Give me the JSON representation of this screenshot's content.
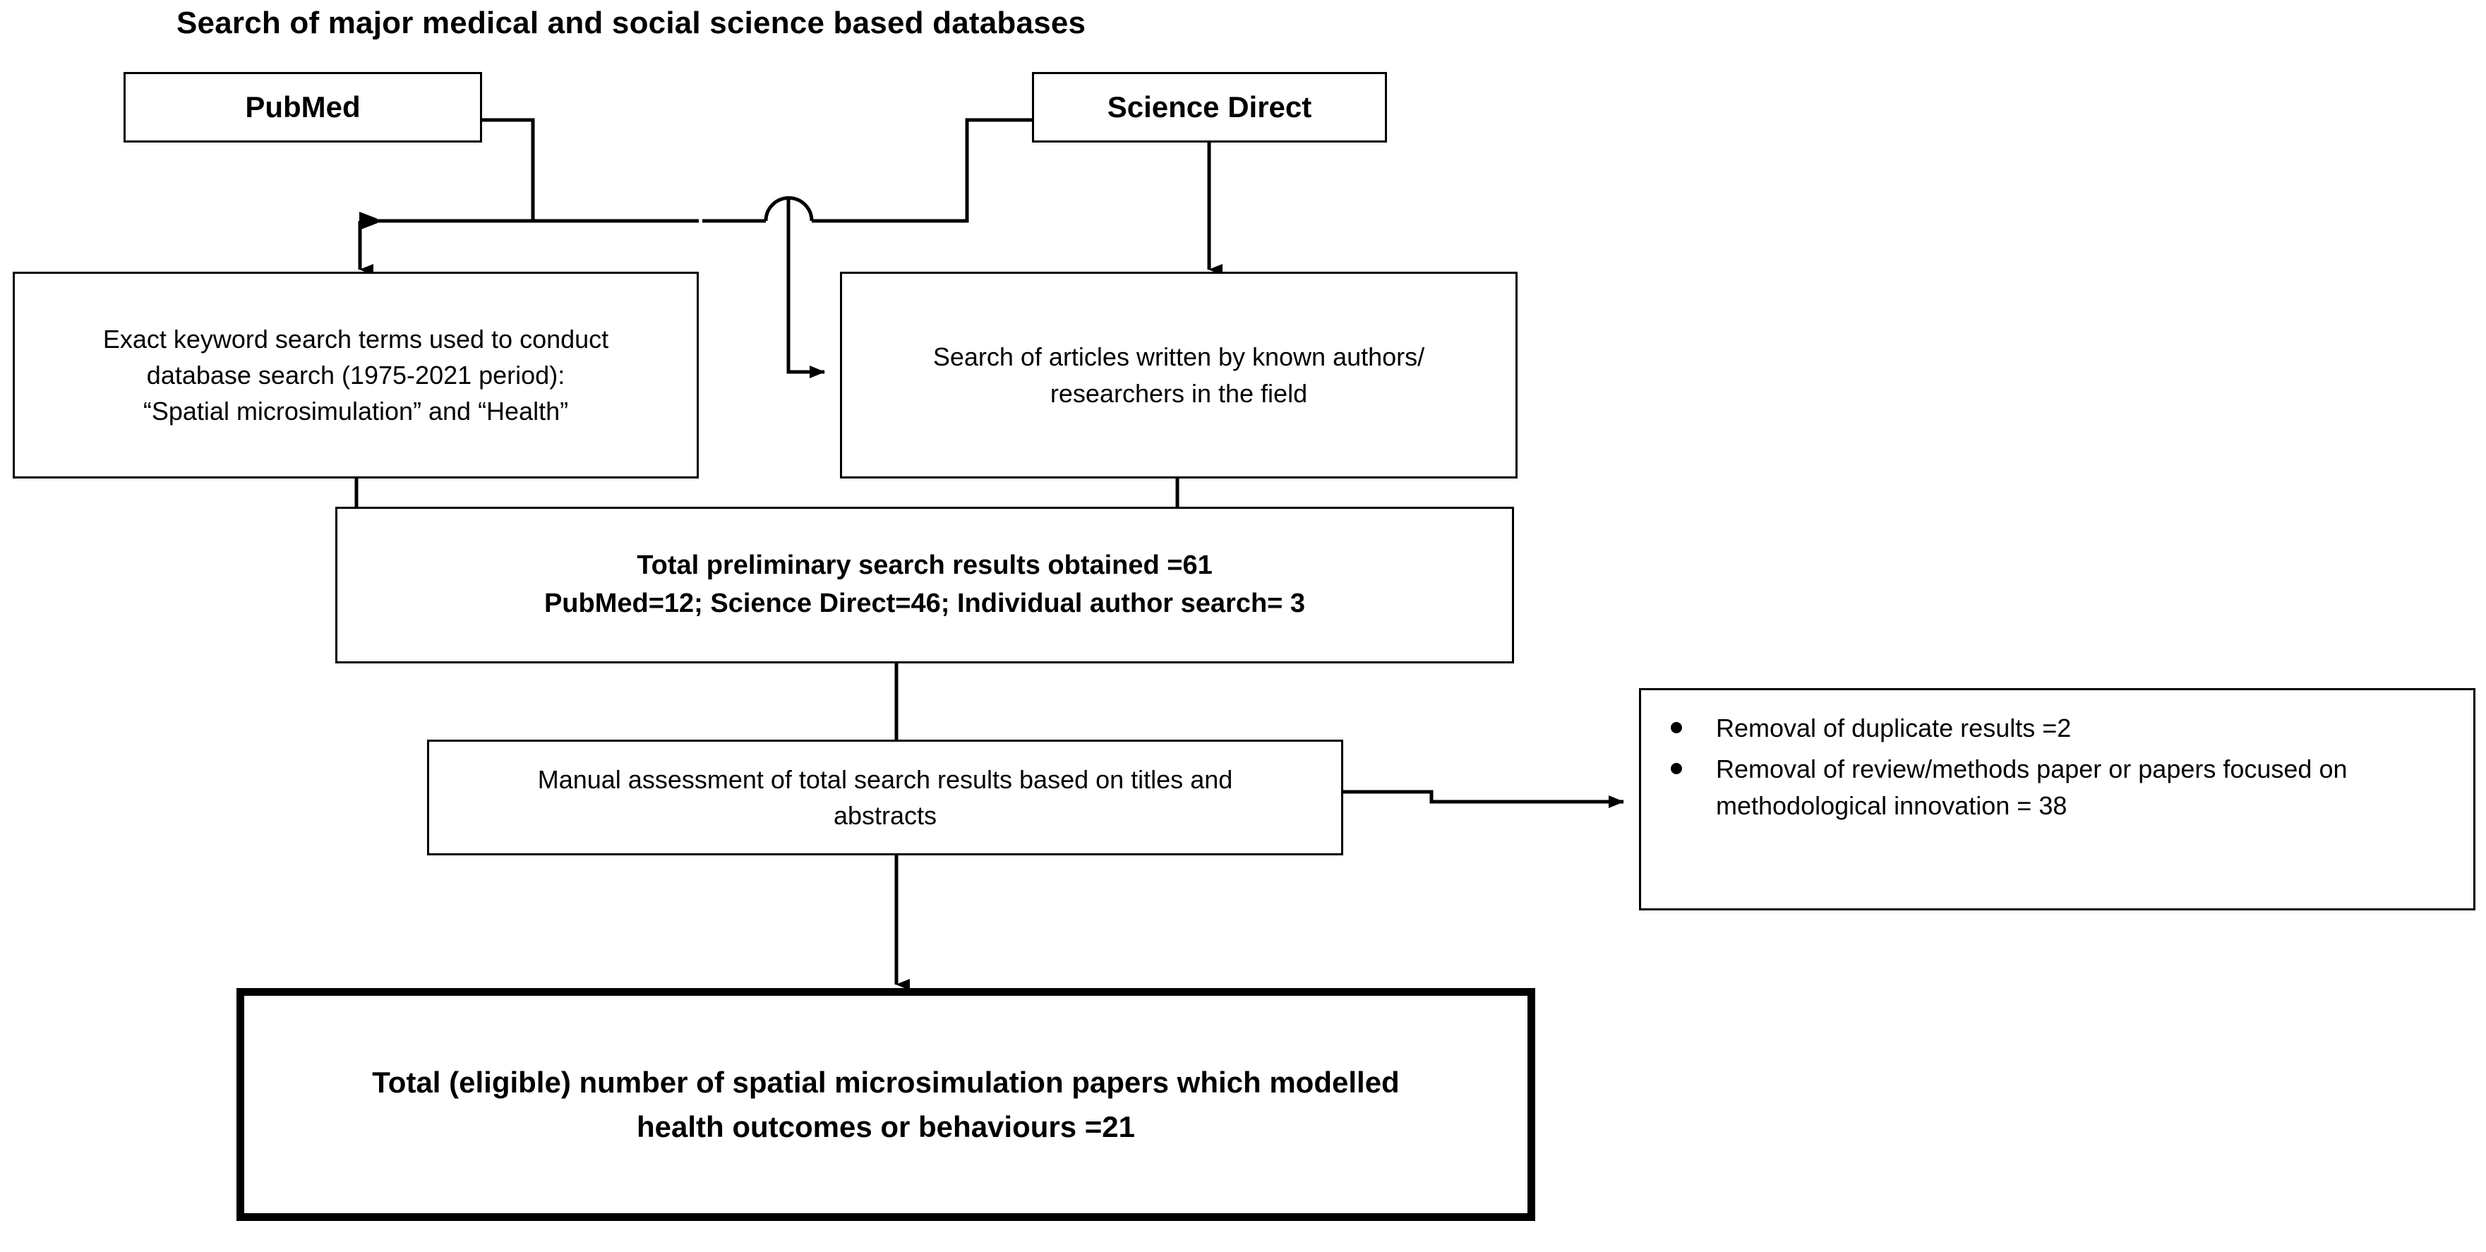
{
  "diagram": {
    "title": "Search of major medical and social science based databases",
    "type": "prisma-flow-diagram",
    "colors": {
      "line": "#000000",
      "box_border": "#000000",
      "background": "#ffffff"
    },
    "nodes": {
      "pubmed": {
        "label": "PubMed"
      },
      "science_direct": {
        "label": "Science Direct"
      },
      "keyword_search": {
        "line1": "Exact keyword search terms used to conduct",
        "line2": "database search (1975-2021 period):",
        "line3": "“Spatial microsimulation” and “Health”"
      },
      "author_search": {
        "line1": "Search of articles written by known authors/",
        "line2": "researchers in the field"
      },
      "preliminary_results": {
        "line1": "Total preliminary search results obtained =61",
        "line2": "PubMed=12; Science Direct=46; Individual author search= 3"
      },
      "manual_assessment": {
        "line1": "Manual  assessment of total search results based on titles and",
        "line2": "abstracts"
      },
      "exclusions": {
        "items": [
          "Removal of duplicate results =2",
          "Removal of review/methods paper or papers focused on methodological innovation = 38"
        ]
      },
      "final_total": {
        "line1": "Total (eligible) number of spatial microsimulation papers which modelled",
        "line2": "health outcomes or behaviours =21"
      }
    },
    "counts": {
      "total_preliminary": 61,
      "pubmed": 12,
      "science_direct": 46,
      "individual_author_search": 3,
      "duplicates_removed": 2,
      "review_methods_removed": 38,
      "final_eligible": 21,
      "search_period": "1975-2021"
    }
  }
}
